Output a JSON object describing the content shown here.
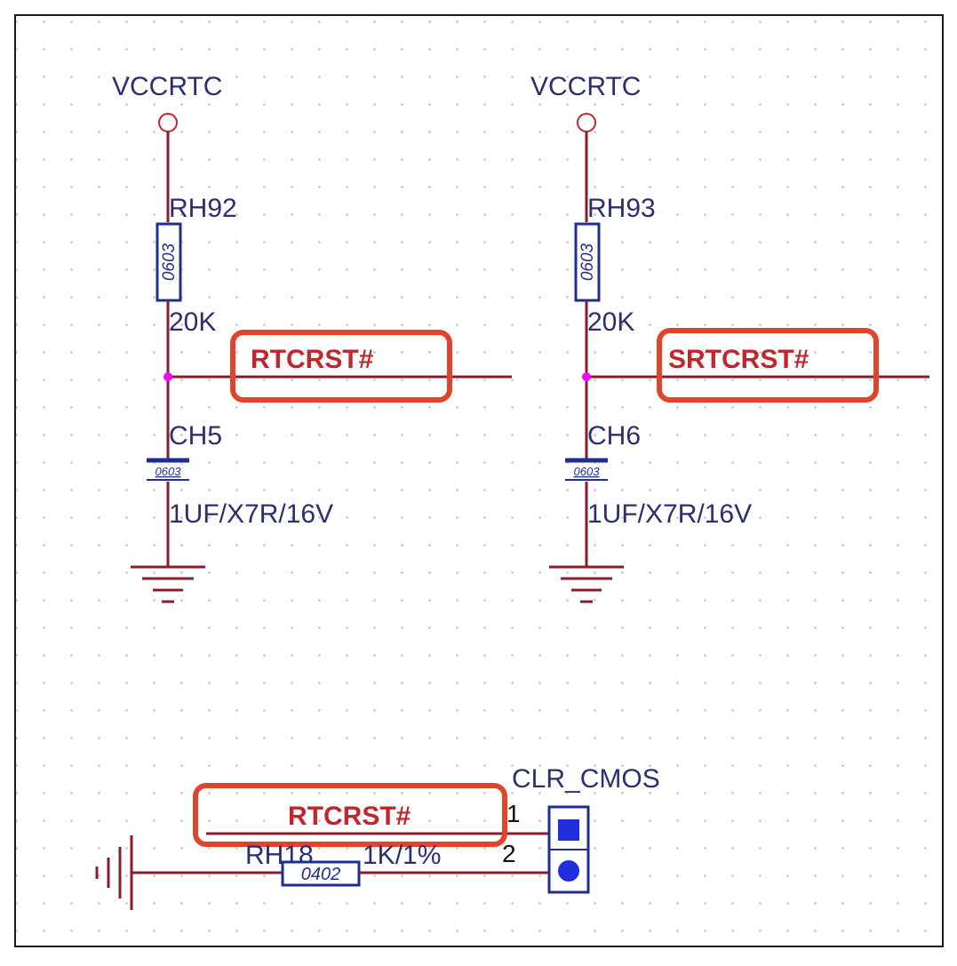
{
  "left_circuit": {
    "power": "VCCRTC",
    "resistor": {
      "ref": "RH92",
      "package": "0603",
      "value": "20K"
    },
    "net": "RTCRST#",
    "capacitor": {
      "ref": "CH5",
      "package": "0603",
      "value": "1UF/X7R/16V"
    }
  },
  "right_circuit": {
    "power": "VCCRTC",
    "resistor": {
      "ref": "RH93",
      "package": "0603",
      "value": "20K"
    },
    "net": "SRTCRST#",
    "capacitor": {
      "ref": "CH6",
      "package": "0603",
      "value": "1UF/X7R/16V"
    }
  },
  "bottom_circuit": {
    "jumper": "CLR_CMOS",
    "net": "RTCRST#",
    "pin1": "1",
    "pin2": "2",
    "resistor": {
      "ref": "RH18",
      "package": "0402",
      "value": "1K/1%"
    }
  },
  "colors": {
    "wire": "#8a1c2a",
    "label": "#2b2f6e",
    "net": "#c0262b",
    "highlight": "#e0452c",
    "component": "#1f2f8f",
    "junction": "#ff00ff"
  }
}
